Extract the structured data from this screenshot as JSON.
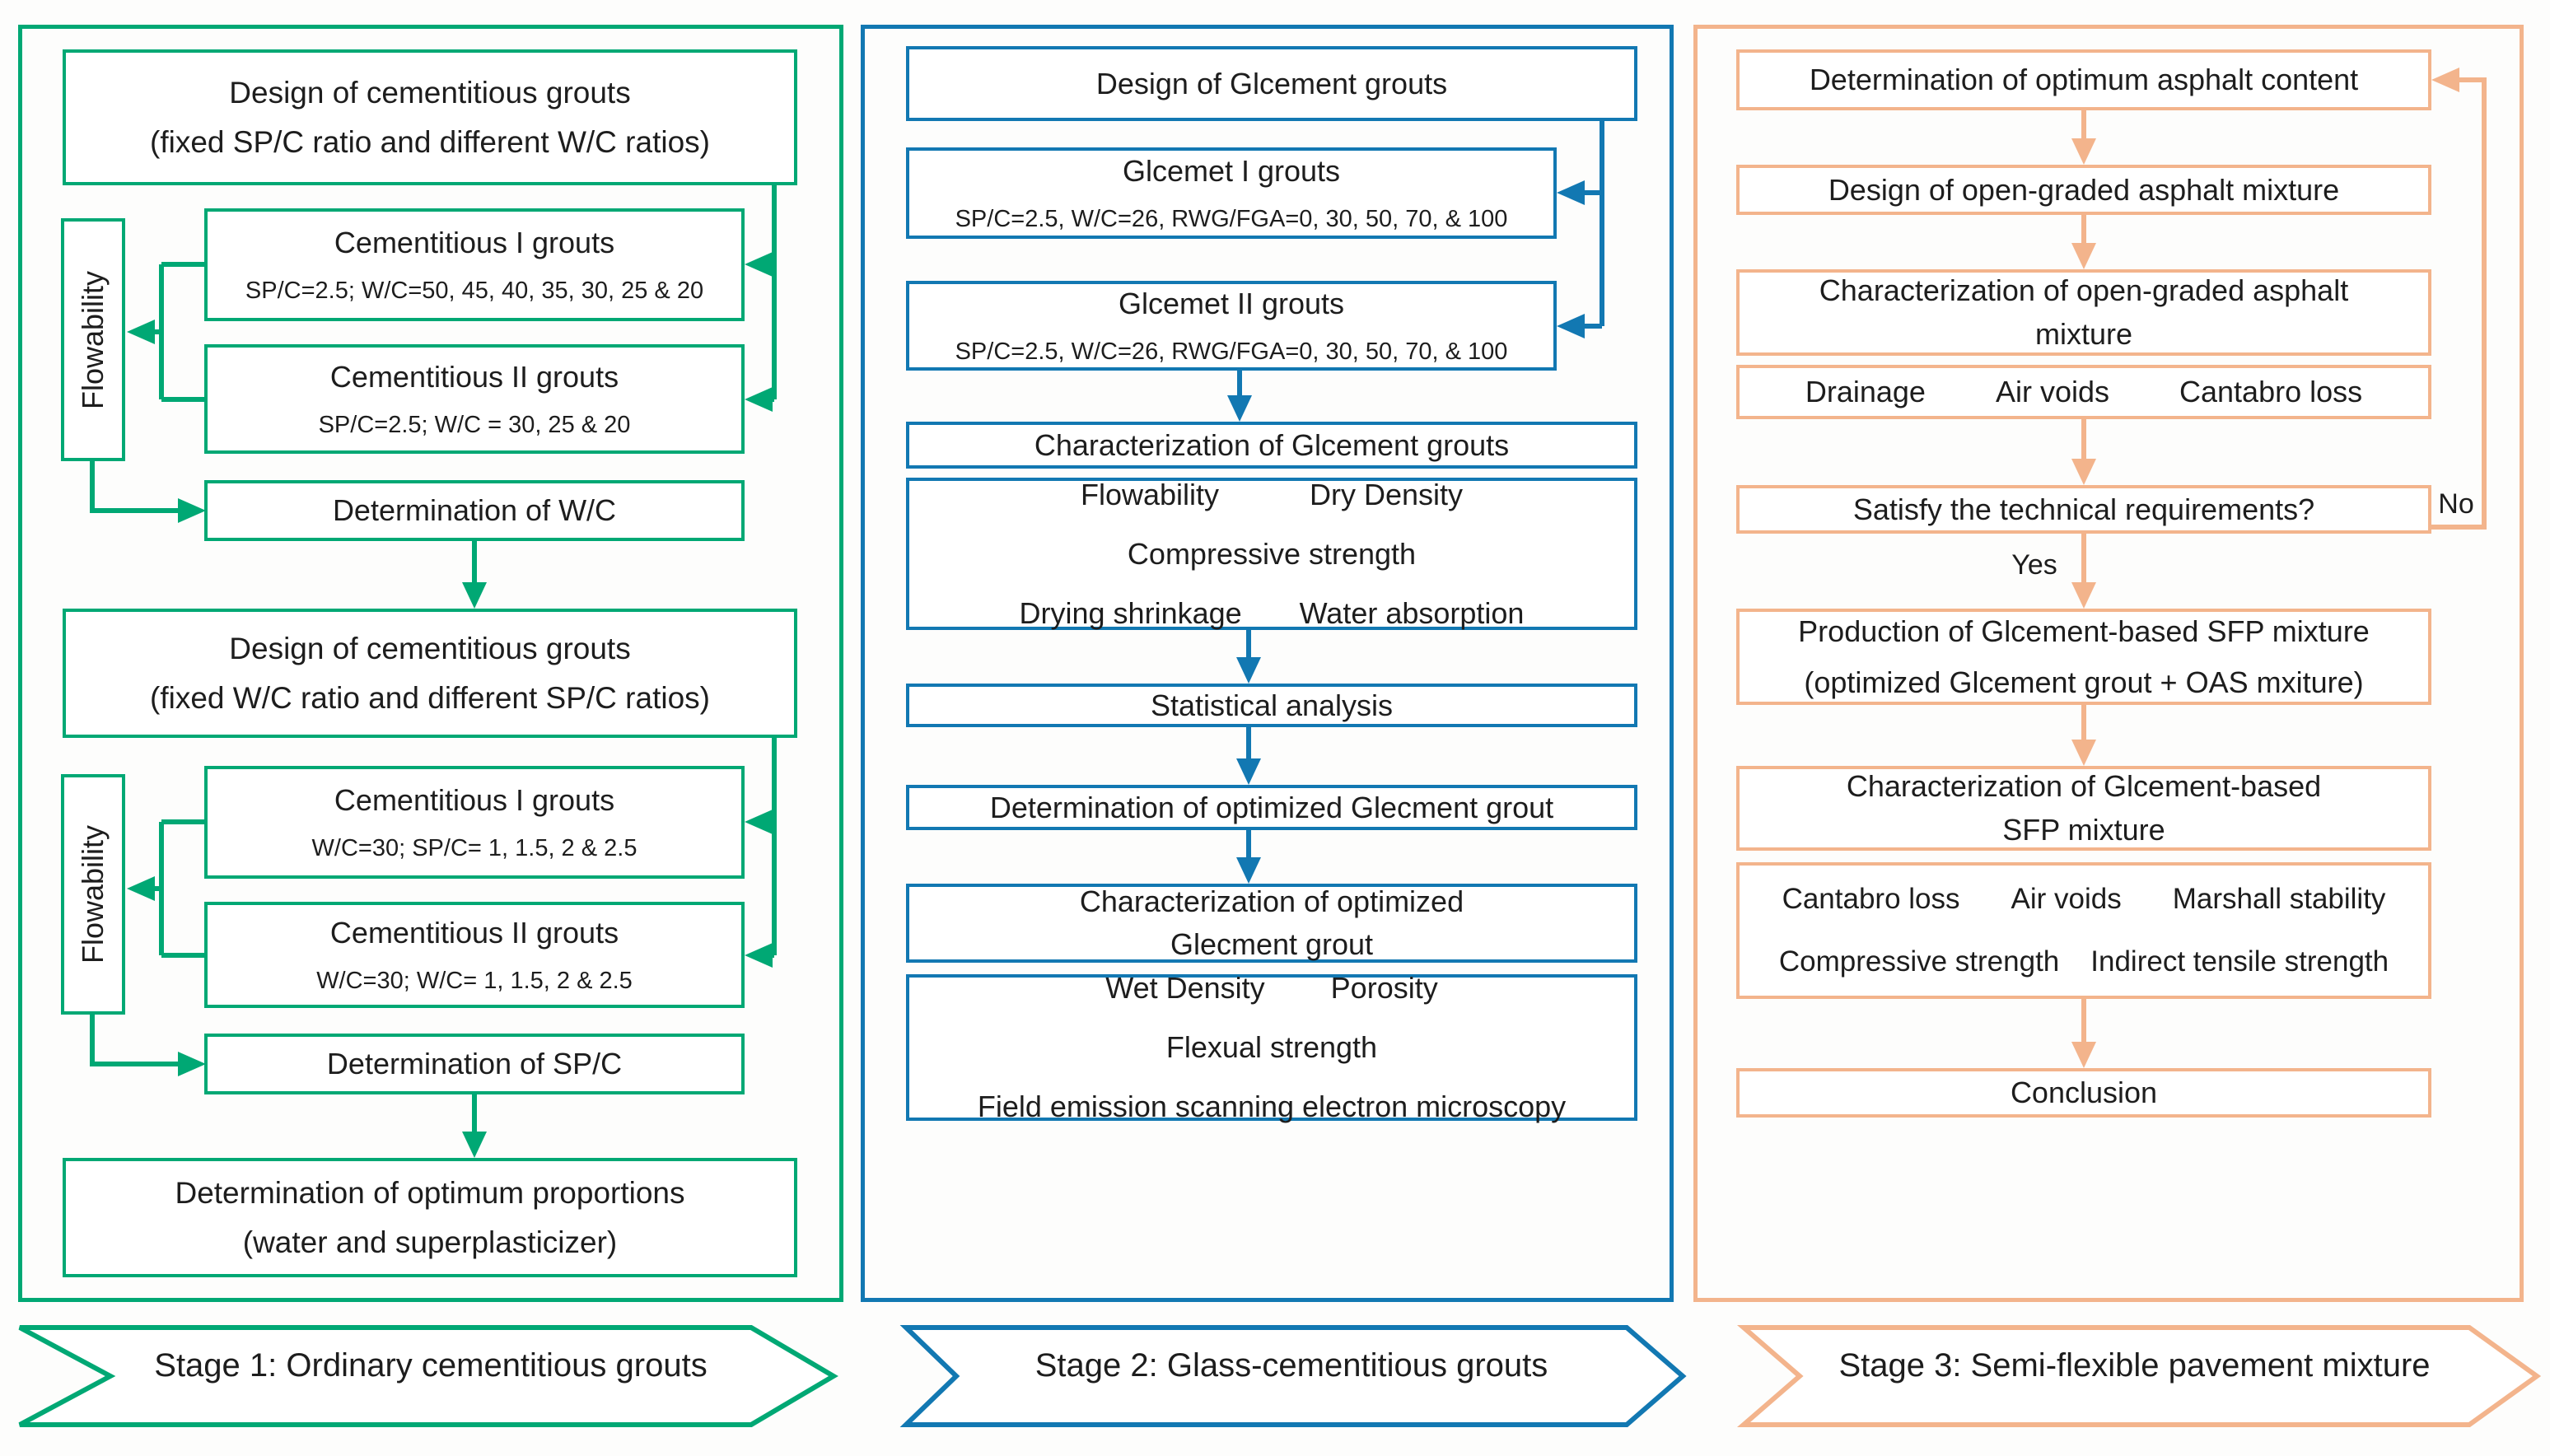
{
  "title": "Three-stage experimental flowchart",
  "colors": {
    "stage1": "#00a874",
    "stage2": "#1278b2",
    "stage3": "#f3b48c",
    "text": "#1d1d1d",
    "bg": "#fdfdfc"
  },
  "stage1": {
    "banner": "Stage 1: Ordinary cementitious grouts",
    "flowability": "Flowability",
    "design_top": {
      "l1": "Design of cementitious grouts",
      "l2": "(fixed SP/C ratio and different W/C ratios)"
    },
    "cem1a": {
      "title": "Cementitious I grouts",
      "sub": "SP/C=2.5; W/C=50, 45, 40, 35, 30, 25 & 20"
    },
    "cem2a": {
      "title": "Cementitious II grouts",
      "sub": "SP/C=2.5; W/C = 30, 25 & 20"
    },
    "det_wc": "Determination of W/C",
    "design_mid": {
      "l1": "Design of cementitious grouts",
      "l2": "(fixed W/C ratio and different SP/C ratios)"
    },
    "cem1b": {
      "title": "Cementitious I grouts",
      "sub": "W/C=30; SP/C= 1, 1.5, 2 & 2.5"
    },
    "cem2b": {
      "title": "Cementitious II grouts",
      "sub": "W/C=30; W/C= 1, 1.5, 2 & 2.5"
    },
    "det_spc": "Determination of SP/C",
    "optimum": {
      "l1": "Determination of optimum proportions",
      "l2": "(water and superplasticizer)"
    }
  },
  "stage2": {
    "banner": "Stage 2: Glass-cementitious grouts",
    "design": "Design of Glcement grouts",
    "glcemet1": {
      "title": "Glcemet I grouts",
      "sub": "SP/C=2.5, W/C=26, RWG/FGA=0, 30, 50, 70, & 100"
    },
    "glcemet2": {
      "title": "Glcemet II grouts",
      "sub": "SP/C=2.5, W/C=26, RWG/FGA=0, 30, 50, 70, & 100"
    },
    "characterization": "Characterization of Glcement grouts",
    "tests1": {
      "flowability": "Flowability",
      "dry_density": "Dry Density",
      "compressive": "Compressive strength",
      "shrinkage": "Drying shrinkage",
      "absorption": "Water absorption"
    },
    "statistical": "Statistical analysis",
    "det_opt": "Determination of optimized Glecment grout",
    "char_opt": {
      "l1": "Characterization of optimized",
      "l2": "Glecment grout"
    },
    "tests2": {
      "wet_density": "Wet Density",
      "porosity": "Porosity",
      "flexural": "Flexual strength",
      "fesem": "Field emission scanning electron microscopy"
    }
  },
  "stage3": {
    "banner": "Stage 3: Semi-flexible pavement mixture",
    "det_oac": "Determination of optimum asphalt content",
    "design": "Design of open-graded asphalt mixture",
    "char_og": {
      "l1": "Characterization of open-graded asphalt",
      "l2": "mixture"
    },
    "tests1": {
      "drainage": "Drainage",
      "air_voids": "Air voids",
      "cantabro": "Cantabro loss"
    },
    "satisfy": "Satisfy the technical requirements?",
    "no_label": "No",
    "yes_label": "Yes",
    "production": {
      "l1": "Production of Glcement-based SFP mixture",
      "l2": "(optimized Glcement grout + OAS mxiture)"
    },
    "char_sfp": {
      "l1": "Characterization of Glcement-based",
      "l2": "SFP mixture"
    },
    "tests2": {
      "cantabro": "Cantabro loss",
      "air_voids": "Air voids",
      "marshall": "Marshall stability",
      "compressive": "Compressive strength",
      "tensile": "Indirect tensile strength"
    },
    "conclusion": "Conclusion"
  }
}
